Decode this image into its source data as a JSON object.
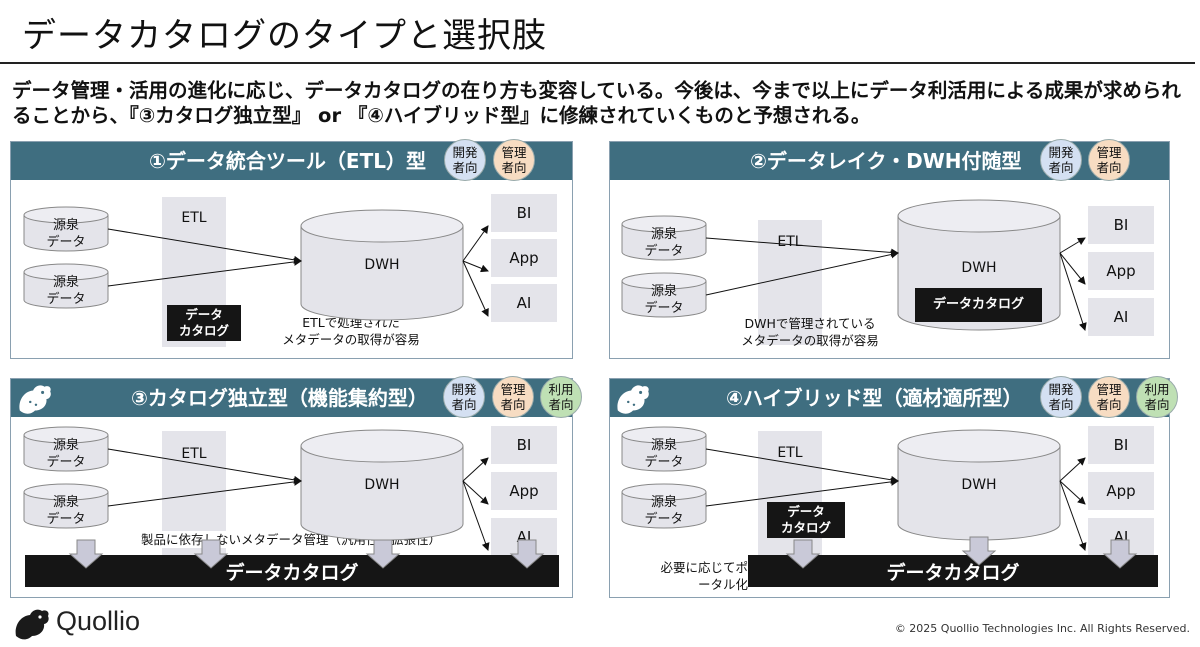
{
  "title": "データカタログのタイプと選択肢",
  "lead": "データ管理・活用の進化に応じ、データカタログの在り方も変容している。今後は、今まで以上にデータ利活用による成果が求められることから、『③カタログ独立型』 or 『④ハイブリッド型』に修練されていくものと予想される。",
  "common": {
    "source_label": "源泉\nデータ",
    "etl_label": "ETL",
    "dwh_label": "DWH",
    "outputs": [
      "BI",
      "App",
      "AI"
    ],
    "badge_dev": "開発\n者向",
    "badge_mgr": "管理\n者向",
    "badge_use": "利用\n者向"
  },
  "panels": [
    {
      "title": "①データ統合ツール（ETL）型",
      "catalog_label": "データ\nカタログ",
      "note": "ETLで処理された\nメタデータの取得が容易"
    },
    {
      "title": "②データレイク・DWH付随型",
      "catalog_label": "データカタログ",
      "note": "DWHで管理されている\nメタデータの取得が容易"
    },
    {
      "title": "③カタログ独立型（機能集約型）",
      "catalog_label": "データカタログ",
      "note": "製品に依存しないメタデータ管理（汎用性・拡張性）"
    },
    {
      "title": "④ハイブリッド型（適材適所型）",
      "catalog_label": "データカタログ",
      "small_catalog_label": "データ\nカタログ",
      "note": "必要に応じてポ\nータル化"
    }
  ],
  "footer": {
    "brand": "Quollio",
    "copyright": "© 2025 Quollio Technologies Inc. All Rights Reserved."
  },
  "colors": {
    "panel_bar": "#3f6e80",
    "badge_dev": "#d4e0f2",
    "badge_mgr": "#f7dcc2",
    "badge_use": "#bfe0b4",
    "catalog_box": "#151515"
  }
}
